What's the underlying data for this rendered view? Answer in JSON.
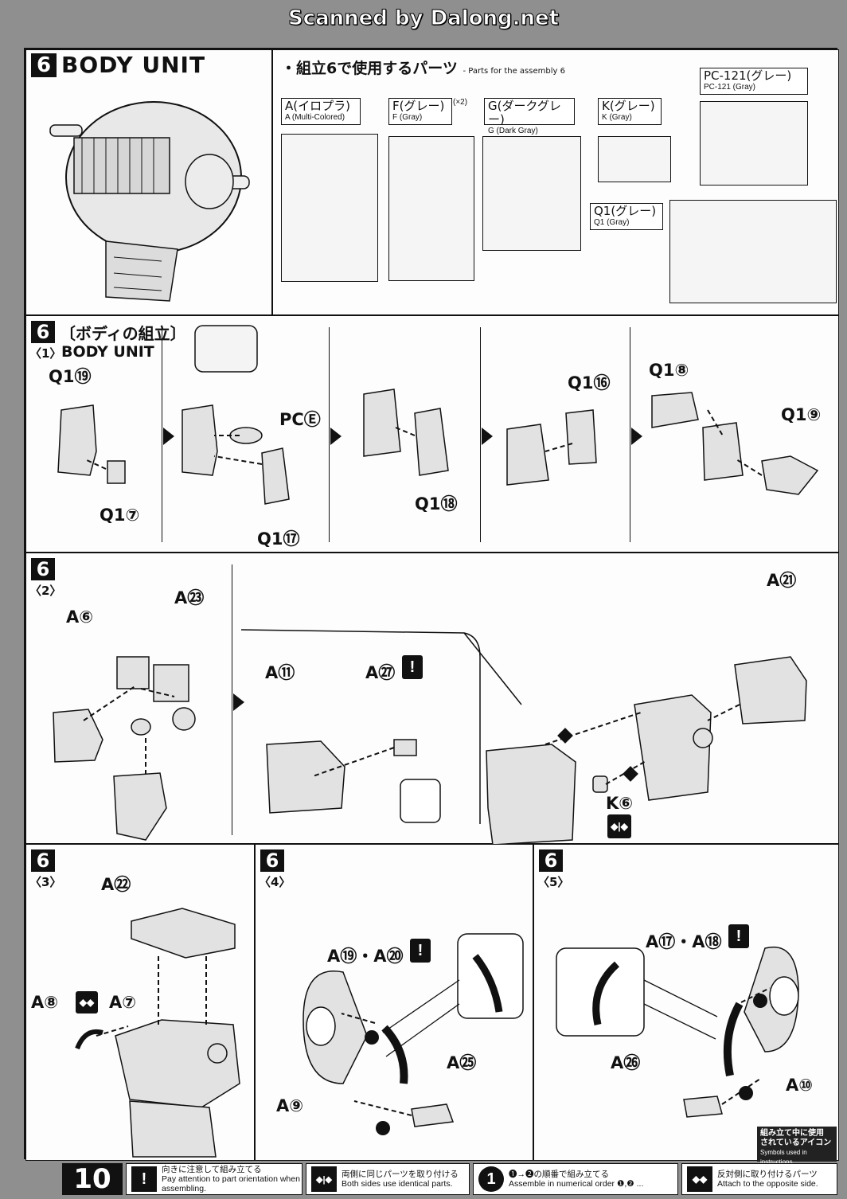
{
  "watermark": "Scanned by Dalong.net",
  "page_number": "10",
  "header": {
    "step": "6",
    "title": "BODY UNIT",
    "parts_heading_jp": "・組立6で使用するパーツ",
    "parts_heading_en": "- Parts for the assembly 6"
  },
  "runners": [
    {
      "jp": "A(イロプラ)",
      "en": "A (Multi-Colored)"
    },
    {
      "jp": "F(グレー)",
      "en": "F (Gray)",
      "qty": "(×2)"
    },
    {
      "jp": "G(ダークグレー)",
      "en": "G (Dark Gray)"
    },
    {
      "jp": "K(グレー)",
      "en": "K (Gray)"
    },
    {
      "jp": "PC-121(グレー)",
      "en": "PC-121 (Gray)"
    },
    {
      "jp": "Q1(グレー)",
      "en": "Q1 (Gray)"
    }
  ],
  "step1": {
    "num": "6",
    "title_jp": "〔ボディの組立〕",
    "sub_num": "〈1〉",
    "sub_en": "BODY UNIT",
    "parts": [
      "Q1⑲",
      "Q1⑦",
      "PCⒺ",
      "Q1⑰",
      "Q1⑱",
      "Q1⑯",
      "Q1⑧",
      "Q1⑨"
    ]
  },
  "step2": {
    "num": "6",
    "sub_num": "〈2〉",
    "parts": [
      "A⑥",
      "A㉓",
      "A⑪",
      "A㉗",
      "A㉑",
      "K⑥"
    ]
  },
  "step3": {
    "num": "6",
    "sub_num": "〈3〉",
    "parts": [
      "A㉒",
      "A⑧",
      "A⑦"
    ]
  },
  "step4": {
    "num": "6",
    "sub_num": "〈4〉",
    "parts": [
      "A⑲・A⑳",
      "A㉕",
      "A⑨"
    ]
  },
  "step5": {
    "num": "6",
    "sub_num": "〈5〉",
    "parts": [
      "A⑰・A⑱",
      "A㉖",
      "A⑩"
    ]
  },
  "icon_box": {
    "jp1": "組み立て中に使用",
    "jp2": "されているアイコン",
    "en": "Symbols used in instructions"
  },
  "legend": [
    {
      "icon": "!",
      "jp": "向きに注意して組み立てる",
      "en": "Pay attention to part orientation when assembling."
    },
    {
      "icon": "◆|◆",
      "jp": "両側に同じパーツを取り付ける",
      "en": "Both sides use identical parts."
    },
    {
      "icon": "1",
      "jp": "❶→❷の順番で組み立てる",
      "en": "Assemble in numerical order ❶,❷ ..."
    },
    {
      "icon": "◆◆",
      "jp": "反対側に取り付けるパーツ",
      "en": "Attach to the opposite side."
    }
  ],
  "order_marks": [
    "1",
    "2"
  ]
}
